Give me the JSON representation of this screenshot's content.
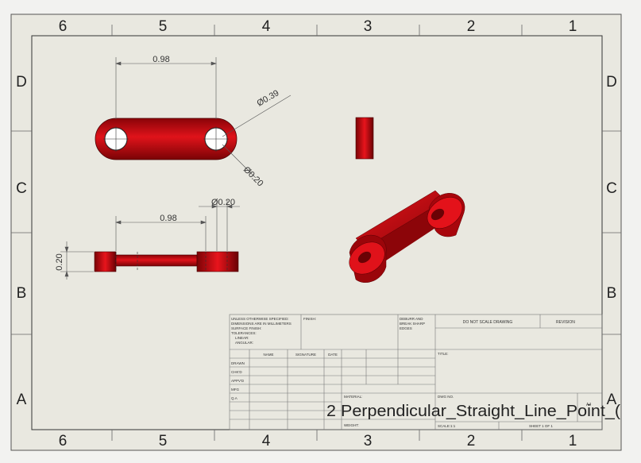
{
  "zones": {
    "columns": [
      "6",
      "5",
      "4",
      "3",
      "2",
      "1"
    ],
    "rows": [
      "D",
      "C",
      "B",
      "A"
    ]
  },
  "dimensions": {
    "top_length": "0.98",
    "outer_dia": "Ø0.39",
    "inner_dia": "Ø0.20",
    "front_length": "0.98",
    "front_hole_dia": "Ø0.20",
    "front_height": "0.20"
  },
  "title_block": {
    "general_notes": [
      "UNLESS OTHERWISE SPECIFIED:",
      "DIMENSIONS ARE IN MILLIMETERS",
      "SURFACE FINISH:",
      "TOLERANCES:",
      "LINEAR:",
      "ANGULAR:"
    ],
    "finish_label": "FINISH:",
    "deburr_note": [
      "DEBURR AND",
      "BREAK SHARP",
      "EDGES"
    ],
    "do_not_scale": "DO NOT SCALE DRAWING",
    "revision_label": "REVISION",
    "col_headers": [
      "NAME",
      "SIGNATURE",
      "DATE"
    ],
    "row_labels": [
      "DRAWN",
      "CHK'D",
      "APPV'D",
      "MFG",
      "Q.A"
    ],
    "title_label": "TITLE:",
    "material_label": "MATERIAL:",
    "weight_label": "WEIGHT:",
    "dwg_no_label": "DWG NO.",
    "scale_label": "SCALE:1:1",
    "sheet_label": "SHEET 1 OF 1",
    "size": "A4",
    "drawing_name": "2 Perpendicular_Straight_Line_Point_("
  },
  "colors": {
    "sheet": "#e9e8e0",
    "part_red": "#cc0e14",
    "part_dark": "#7a0408",
    "background": "#f2f2f0"
  }
}
